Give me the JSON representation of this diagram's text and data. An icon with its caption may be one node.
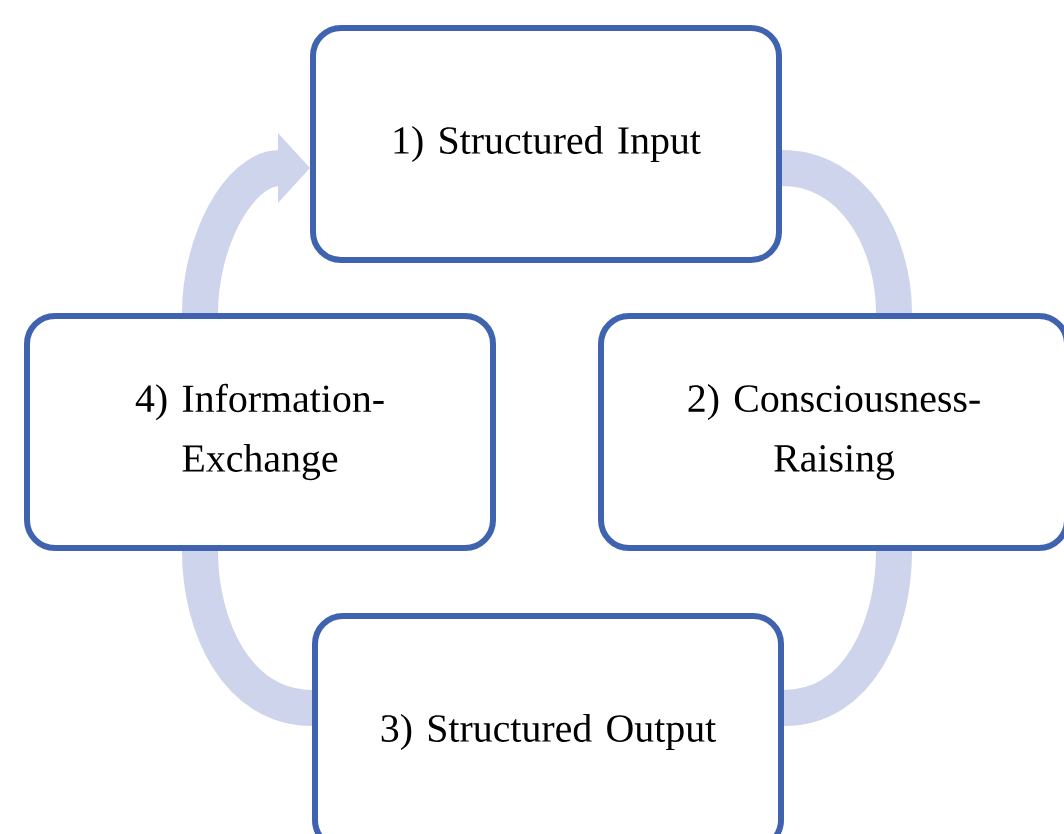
{
  "diagram": {
    "nodes": [
      {
        "text": [
          "1) Structured Input"
        ]
      },
      {
        "text": [
          "2) Consciousness-Raising"
        ]
      },
      {
        "text": [
          "3) Structured Output"
        ]
      },
      {
        "text": [
          "4) Information-Exchange"
        ]
      }
    ],
    "edges": [
      {
        "from": 0,
        "to": 1,
        "arrow": "none"
      },
      {
        "from": 1,
        "to": 2,
        "arrow": "none"
      },
      {
        "from": 2,
        "to": 3,
        "arrow": "none"
      },
      {
        "from": 3,
        "to": 0,
        "arrow": "to"
      }
    ]
  }
}
